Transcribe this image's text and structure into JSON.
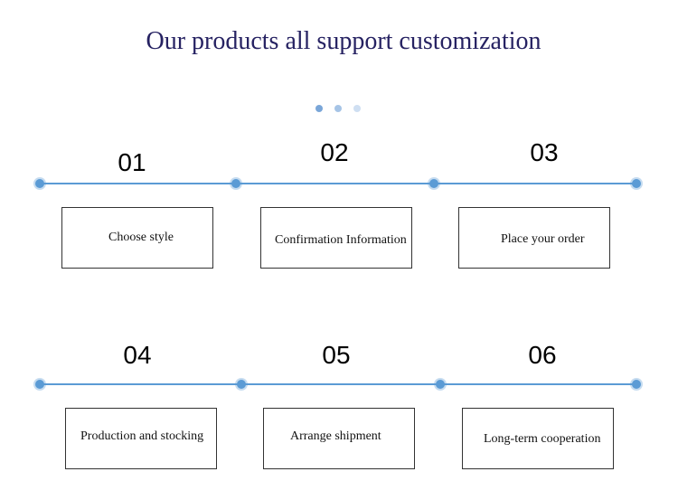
{
  "title": "Our products all support customization",
  "steps": [
    {
      "number": "01",
      "label": "Choose style"
    },
    {
      "number": "02",
      "label": "Confirmation Information"
    },
    {
      "number": "03",
      "label": "Place your order"
    },
    {
      "number": "04",
      "label": "Production and stocking"
    },
    {
      "number": "05",
      "label": "Arrange shipment"
    },
    {
      "number": "06",
      "label": "Long-term cooperation"
    }
  ],
  "colors": {
    "line": "#5b9bd5",
    "title": "#262262"
  }
}
